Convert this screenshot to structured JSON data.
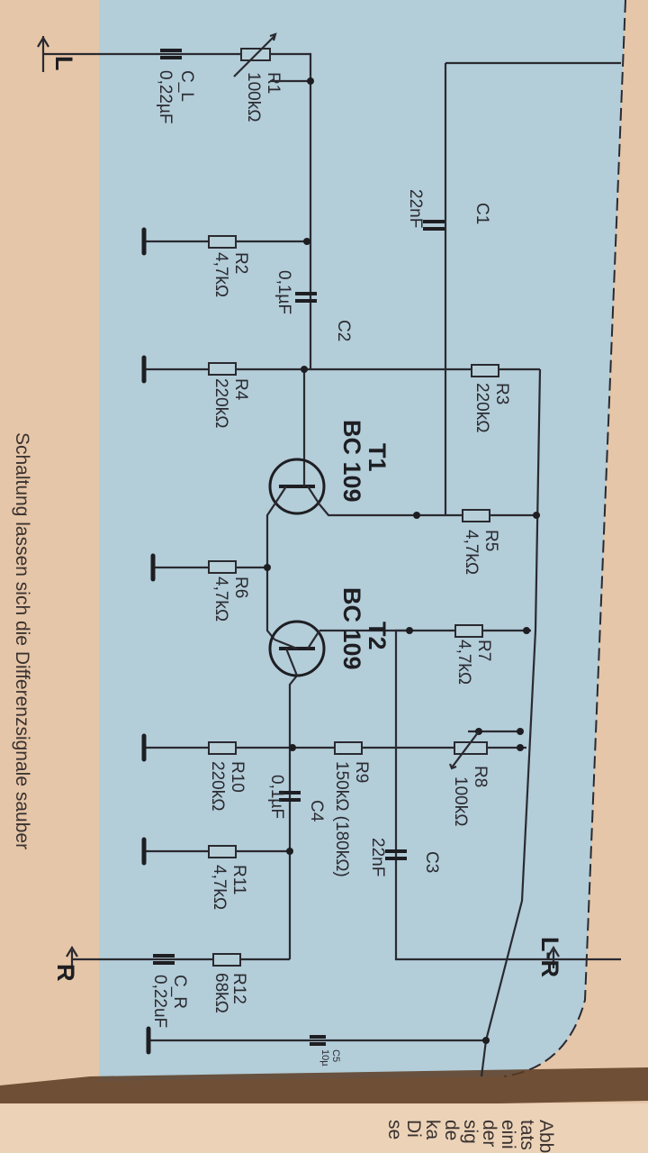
{
  "terminals": {
    "left": "L",
    "right": "R",
    "difference": "L-R"
  },
  "components": {
    "R1": {
      "name": "R1",
      "value": "100kΩ"
    },
    "CL": {
      "name": "C_L",
      "value": "0,22µF"
    },
    "C1": {
      "name": "C1",
      "value": "22nF"
    },
    "R2": {
      "name": "R2",
      "value": "4,7kΩ"
    },
    "C2": {
      "name": "C2",
      "value": "0,1µF"
    },
    "R3": {
      "name": "R3",
      "value": "220kΩ"
    },
    "R4": {
      "name": "R4",
      "value": "220kΩ"
    },
    "T1": {
      "name": "T1",
      "value": "BC 109"
    },
    "R5": {
      "name": "R5",
      "value": "4,7kΩ"
    },
    "R6": {
      "name": "R6",
      "value": "4,7kΩ"
    },
    "T2": {
      "name": "T2",
      "value": "BC 109"
    },
    "R7": {
      "name": "R7",
      "value": "4,7kΩ"
    },
    "R8": {
      "name": "R8",
      "value": "100kΩ"
    },
    "R9": {
      "name": "R9",
      "value": "150kΩ (180kΩ)"
    },
    "R10": {
      "name": "R10",
      "value": "220kΩ"
    },
    "C4": {
      "name": "C4",
      "value": "0,1µF"
    },
    "C3": {
      "name": "C3",
      "value": "22nF"
    },
    "R11": {
      "name": "R11",
      "value": "4,7kΩ"
    },
    "R12": {
      "name": "R12",
      "value": "68kΩ"
    },
    "CR": {
      "name": "C_R",
      "value": "0,22uF"
    },
    "C5": {
      "name": "C5",
      "value": "10µ"
    }
  },
  "page_text": {
    "margin_line": "Schaltung lassen sich die Differenzsignale sauber",
    "right_column": [
      "Abb",
      "tats",
      "eini",
      "der",
      "sig",
      "de",
      "ka",
      "Di",
      "se"
    ]
  }
}
